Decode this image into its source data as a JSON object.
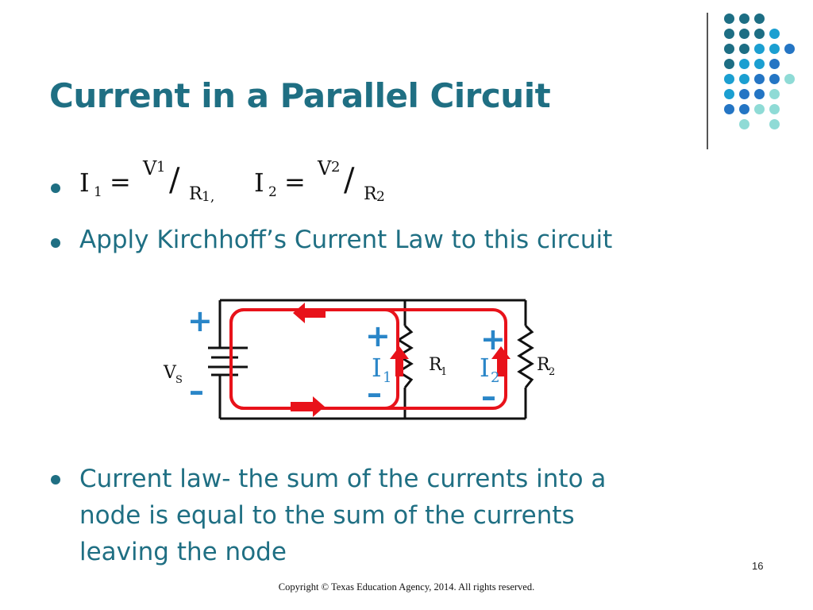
{
  "slide": {
    "title": "Current in a Parallel Circuit",
    "bullets": [
      "Apply Kirchhoff’s Current Law to this circuit",
      "Current law- the sum of the currents into a node is equal to the sum of the currents leaving the node"
    ],
    "bullet3_lines": [
      "Current law- the sum of the currents into a",
      "node is equal to the sum of the currents",
      "leaving the node"
    ],
    "page_number": "16",
    "copyright": "Copyright © Texas Education Agency, 2014. All rights reserved."
  },
  "equation": {
    "i1_sym": "I",
    "i1_sub": "1",
    "equals1": "=",
    "v1_sym": "V",
    "v1_sub": "1",
    "slash1": "/",
    "r1_sym": "R",
    "r1_sub": "1,",
    "i2_sym": "I",
    "i2_sub": "2",
    "equals2": "=",
    "v2_sym": "V",
    "v2_sub": "2",
    "slash2": "/",
    "r2_sym": "R",
    "r2_sub": "2"
  },
  "circuit": {
    "vs_sym": "V",
    "vs_sub": "S",
    "r1_sym": "R",
    "r1_sub": "1",
    "r2_sym": "R",
    "r2_sub": "2",
    "i1_sym": "I",
    "i1_sub": "1",
    "i2_sym": "I",
    "i2_sub": "2",
    "plus": "+",
    "minus": "–"
  },
  "colors": {
    "title": "#1f6f83",
    "loop": "#e8121a",
    "polarity": "#2a86c8",
    "dot_dark": "#1d6e84",
    "dot_mid": "#1b9fd1",
    "dot_blue": "#2475c4",
    "dot_light": "#8fdbd6"
  }
}
